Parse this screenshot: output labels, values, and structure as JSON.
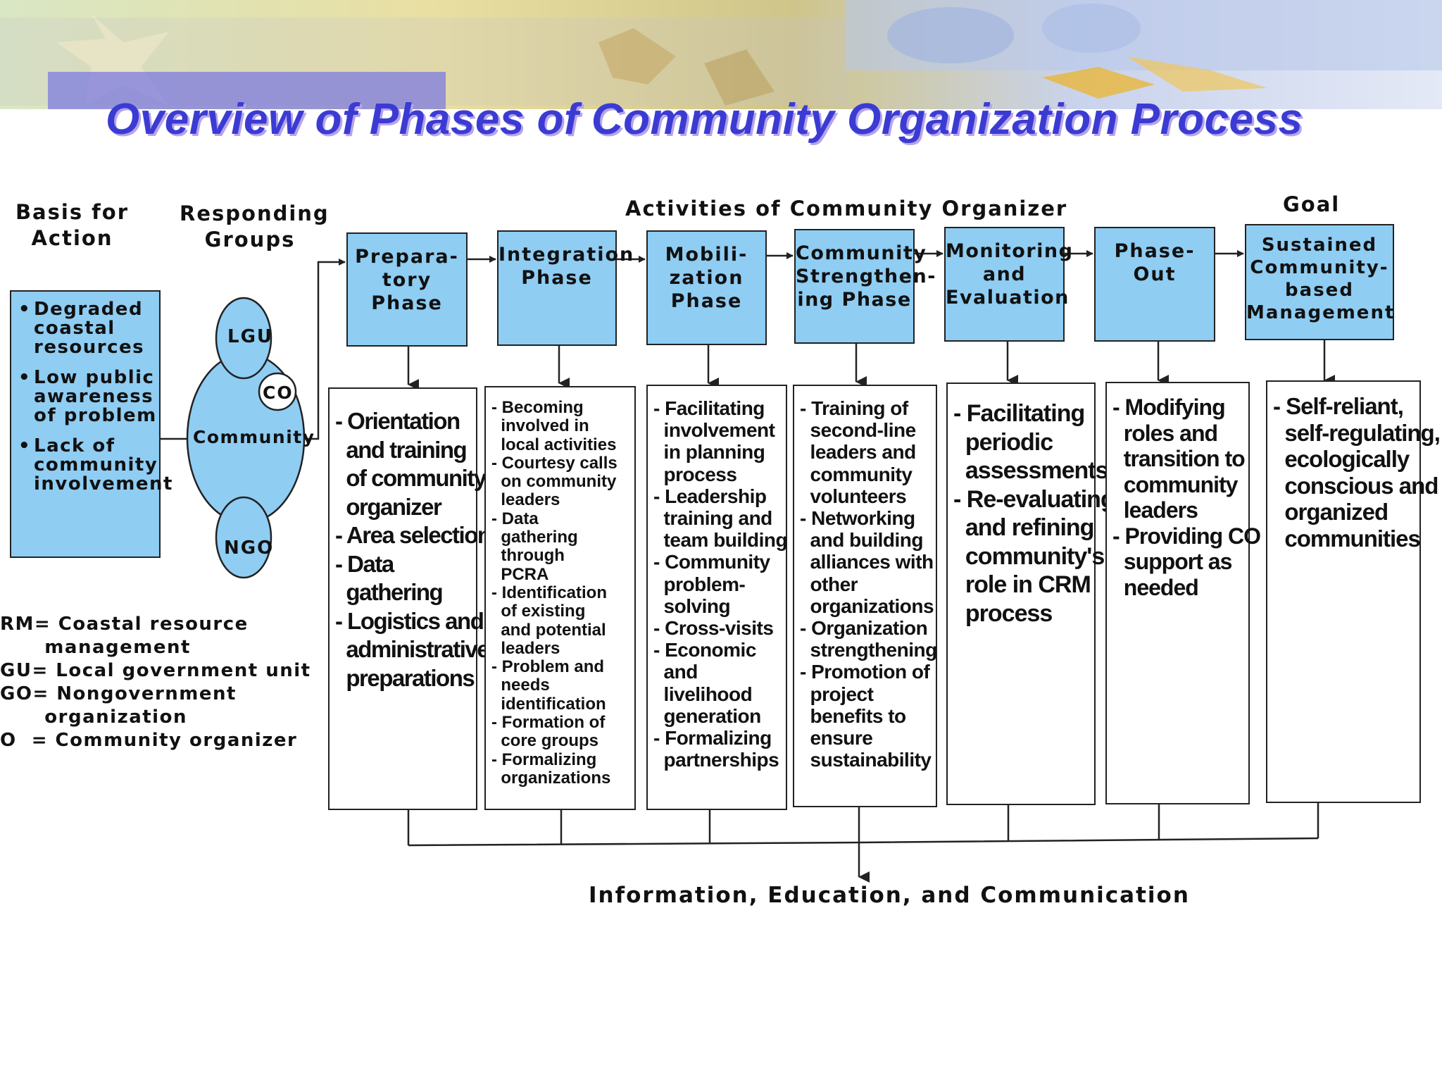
{
  "title": "Overview of Phases of Community Organization Process",
  "headers": {
    "basis": "Basis for\nAction",
    "responding": "Responding\nGroups",
    "activities": "Activities of Community Organizer",
    "goal": "Goal"
  },
  "basis_items": [
    "Degraded\ncoastal\nresources",
    "Low public\nawareness\nof problem",
    "Lack of\ncommunity\ninvolvement"
  ],
  "groups": {
    "lgu": "LGU",
    "co": "CO",
    "community": "Community",
    "ngo": "NGO"
  },
  "phases": [
    "Prepara-\ntory\nPhase",
    "Integration\nPhase",
    "Mobili-\nzation\nPhase",
    "Community\nStrengthen-\ning Phase",
    "Monitoring\nand\nEvaluation",
    "Phase-Out",
    "Sustained\nCommunity-\nbased\nManagement"
  ],
  "activities": [
    "- Orientation\n  and training\n  of community\n  organizer\n- Area selection\n- Data\n  gathering\n- Logistics and\n  administrative\n  preparations",
    "- Becoming\n  involved in\n  local activities\n- Courtesy calls\n  on community\n  leaders\n- Data\n  gathering\n  through\n  PCRA\n- Identification\n  of existing\n  and potential\n  leaders\n- Problem and\n  needs\n  identification\n- Formation of\n  core groups\n- Formalizing\n  organizations",
    "- Facilitating\n  involvement\n  in planning\n  process\n- Leadership\n  training and\n  team building\n- Community\n  problem-\n  solving\n- Cross-visits\n- Economic\n  and\n  livelihood\n  generation\n- Formalizing\n  partnerships",
    "- Training of\n  second-line\n  leaders and\n  community\n  volunteers\n- Networking\n  and building\n  alliances with\n  other\n  organizations\n- Organization\n  strengthening\n- Promotion of\n  project\n  benefits to\n  ensure\n  sustainability",
    "- Facilitating\n  periodic\n  assessments\n- Re-evaluating\n  and refining\n  community's\n  role in CRM\n  process",
    "- Modifying\n  roles and\n  transition to\n  community\n  leaders\n- Providing CO\n  support as\n  needed",
    "- Self-reliant,\n  self-regulating,\n  ecologically\n  conscious and\n  organized\n  communities"
  ],
  "legend": "RM= Coastal resource\n      management\nGU= Local government unit\nGO= Nongovernment\n      organization\nO  = Community organizer",
  "footer": "Information, Education, and Communication",
  "colors": {
    "title": "#3b3bd4",
    "box_fill": "#8fcdf3"
  }
}
